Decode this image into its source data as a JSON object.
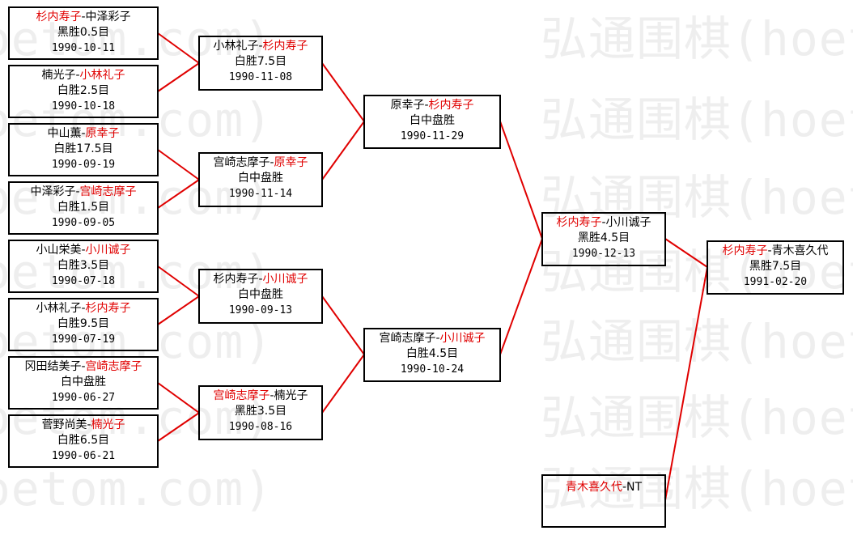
{
  "watermark": "弘通围棋(hoetom.com)",
  "line_color": "#e00000",
  "winner_color": "#e00000",
  "matches": {
    "r1_1": {
      "p1": "杉内寿子",
      "p2": "中泽彩子",
      "result": "黑胜0.5目",
      "date": "1990-10-11"
    },
    "r1_2": {
      "p1": "楠光子",
      "p2": "小林礼子",
      "result": "白胜2.5目",
      "date": "1990-10-18"
    },
    "r1_3": {
      "p1": "中山薫",
      "p2": "原幸子",
      "result": "白胜17.5目",
      "date": "1990-09-19"
    },
    "r1_4": {
      "p1": "中泽彩子",
      "p2": "宫崎志摩子",
      "result": "白胜1.5目",
      "date": "1990-09-05"
    },
    "r1_5": {
      "p1": "小山栄美",
      "p2": "小川诚子",
      "result": "白胜3.5目",
      "date": "1990-07-18"
    },
    "r1_6": {
      "p1": "小林礼子",
      "p2": "杉内寿子",
      "result": "白胜9.5目",
      "date": "1990-07-19"
    },
    "r1_7": {
      "p1": "冈田结美子",
      "p2": "宫崎志摩子",
      "result": "白中盘胜",
      "date": "1990-06-27"
    },
    "r1_8": {
      "p1": "菅野尚美",
      "p2": "楠光子",
      "result": "白胜6.5目",
      "date": "1990-06-21"
    },
    "r2_1": {
      "p1": "小林礼子",
      "p2": "杉内寿子",
      "result": "白胜7.5目",
      "date": "1990-11-08"
    },
    "r2_2": {
      "p1": "宫崎志摩子",
      "p2": "原幸子",
      "result": "白中盘胜",
      "date": "1990-11-14"
    },
    "r2_3": {
      "p1": "杉内寿子",
      "p2": "小川诚子",
      "result": "白中盘胜",
      "date": "1990-09-13"
    },
    "r2_4": {
      "p1": "宫崎志摩子",
      "p2": "楠光子",
      "result": "黑胜3.5目",
      "date": "1990-08-16"
    },
    "r3_1": {
      "p1": "原幸子",
      "p2": "杉内寿子",
      "result": "白中盘胜",
      "date": "1990-11-29"
    },
    "r3_2": {
      "p1": "宫崎志摩子",
      "p2": "小川诚子",
      "result": "白胜4.5目",
      "date": "1990-10-24"
    },
    "r4_1": {
      "p1": "杉内寿子",
      "p2": "小川诚子",
      "result": "黑胜4.5目",
      "date": "1990-12-13"
    },
    "bye": {
      "p1": "青木喜久代",
      "p2": "NT"
    },
    "final": {
      "p1": "杉内寿子",
      "p2": "青木喜久代",
      "result": "黑胜7.5目",
      "date": "1991-02-20"
    }
  }
}
